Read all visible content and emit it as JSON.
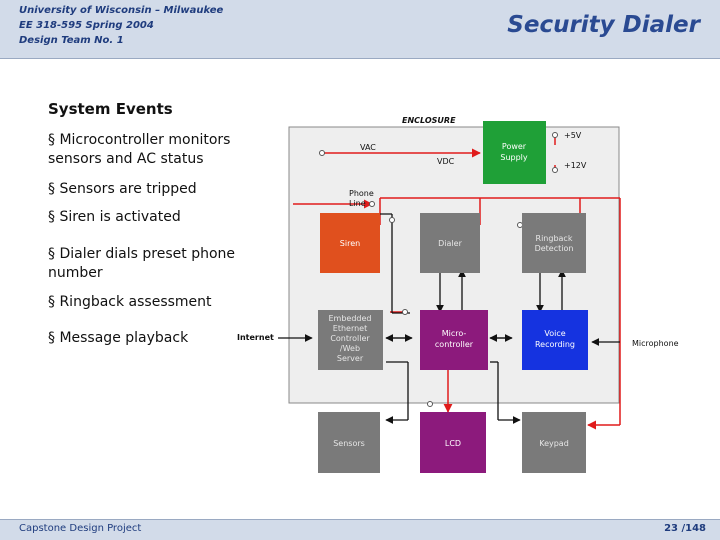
{
  "header": {
    "university": "University of Wisconsin – Milwaukee",
    "course": "EE 318-595 Spring 2004",
    "team": "Design Team No. 1",
    "title": "Security Dialer"
  },
  "content": {
    "heading": "System Events",
    "bullets": [
      "§ Microcontroller monitors sensors and AC status",
      "§ Sensors are tripped",
      "§ Siren is activated",
      "§ Dialer dials preset phone number",
      "§ Ringback assessment",
      "§ Message playback"
    ]
  },
  "diagram": {
    "enclosure_label": "ENCLOSURE",
    "labels": {
      "vac": "VAC",
      "vdc": "VDC",
      "plus5v": "+5V",
      "plus12v": "+12V",
      "phone_line": [
        "Phone",
        "Line"
      ],
      "internet": "Internet",
      "microphone": "Microphone"
    },
    "blocks": {
      "power_supply": {
        "lines": [
          "Power",
          "Supply"
        ],
        "color": "#1fa037"
      },
      "siren": {
        "lines": [
          "Siren"
        ],
        "color": "#e0501e"
      },
      "dialer": {
        "lines": [
          "Dialer"
        ],
        "color": "#7a7a7a"
      },
      "ringback": {
        "lines": [
          "Ringback",
          "Detection"
        ],
        "color": "#7a7a7a"
      },
      "ethernet": {
        "lines": [
          "Embedded",
          "Ethernet",
          "Controller",
          "/Web",
          "Server"
        ],
        "color": "#7a7a7a"
      },
      "microcontroller": {
        "lines": [
          "Micro-",
          "controller"
        ],
        "color": "#8c1a7c"
      },
      "voice": {
        "lines": [
          "Voice",
          "Recording"
        ],
        "color": "#1533e0"
      },
      "sensors": {
        "lines": [
          "Sensors"
        ],
        "color": "#7a7a7a"
      },
      "lcd": {
        "lines": [
          "LCD"
        ],
        "color": "#8c1a7c"
      },
      "keypad": {
        "lines": [
          "Keypad"
        ],
        "color": "#7a7a7a"
      }
    }
  },
  "footer": {
    "project": "Capstone Design Project",
    "page": "23 /148"
  }
}
